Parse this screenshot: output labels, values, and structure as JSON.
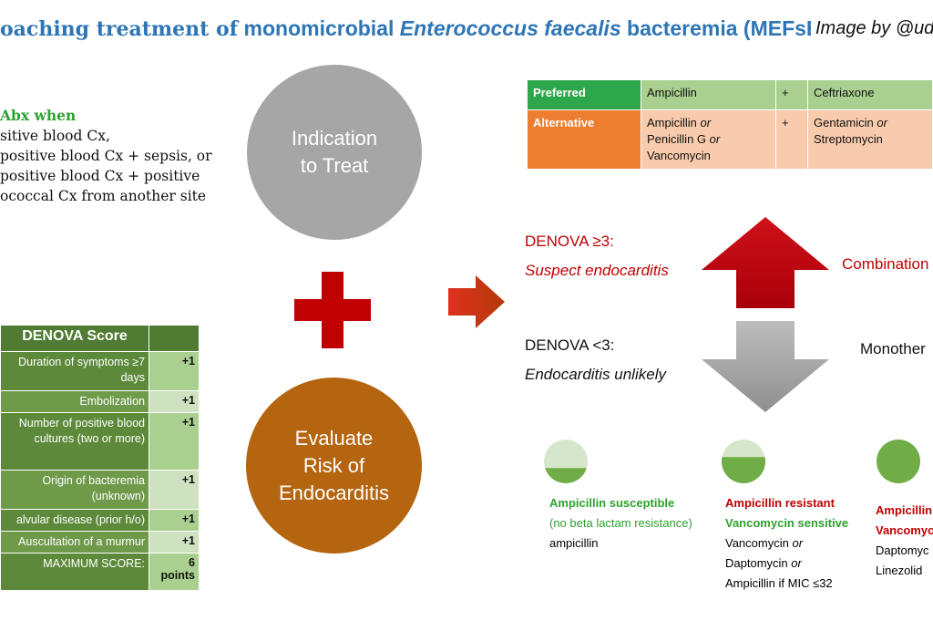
{
  "title": {
    "part1": "oaching treatment of",
    "part2": " monomicrobial ",
    "italic": "Enterococcus faecalis",
    "part3": " bacteremia (MEFsB)."
  },
  "credit": "Image by @ud",
  "abx": {
    "head": "Abx when",
    "lines": [
      "sitive blood Cx,",
      "positive blood Cx + sepsis, or",
      "positive blood Cx + positive",
      "ococcal Cx from another site"
    ]
  },
  "circles": {
    "indication": [
      "Indication",
      "to Treat"
    ],
    "evaluate": [
      "Evaluate",
      "Risk of",
      "Endocarditis"
    ]
  },
  "denova": {
    "header": "DENOVA Score",
    "rows": [
      {
        "criterion": "Duration of symptoms ≥7 days",
        "points": "+1"
      },
      {
        "criterion": "Embolization",
        "points": "+1"
      },
      {
        "criterion": "Number of positive blood cultures (two or more)",
        "points": "+1"
      },
      {
        "criterion": "Origin of bacteremia (unknown)",
        "points": "+1"
      },
      {
        "criterion": "alvular disease (prior h/o)",
        "points": "+1"
      },
      {
        "criterion": "Auscultation of a murmur",
        "points": "+1"
      },
      {
        "criterion": "MAXIMUM SCORE:",
        "points": "6 points"
      }
    ]
  },
  "regimens": [
    {
      "label": "Preferred",
      "drug1": "Ampicillin",
      "plus": "+",
      "drug2": "Ceftriaxone"
    },
    {
      "label": "Alternative",
      "drug1_lines": [
        "Ampicillin",
        "or",
        "Penicillin G",
        "or",
        "Vancomycin"
      ],
      "plus": "+",
      "drug2_lines": [
        "Gentamicin",
        "or",
        "Streptomycin"
      ]
    }
  ],
  "outcomes": {
    "high_line1": "DENOVA ≥3:",
    "high_line2": "Suspect endocarditis",
    "combination": "Combination",
    "low_line1": "DENOVA <3:",
    "low_line2": "Endocarditis unlikely",
    "monotherapy": "Monother"
  },
  "susceptibility": [
    {
      "line1": "Ampicillin susceptible",
      "line2": "(no beta lactam resistance)",
      "drug": "ampicillin",
      "fill": 0.35
    },
    {
      "line1": "Ampicillin resistant",
      "line2": "Vancomycin sensitive",
      "drugs": [
        "Vancomycin",
        "or",
        "Daptomycin",
        "or",
        "Ampicillin if MIC ≤32"
      ],
      "fill": 0.6
    },
    {
      "line1": "Ampicillin",
      "line2": "Vancomyc",
      "drugs": [
        "Daptomyc",
        "Linezolid"
      ],
      "fill": 1.0
    }
  ],
  "colors": {
    "title_blue": "#2E75B6",
    "indication_gray": "#a6a6a6",
    "evaluate_brown": "#b5650f",
    "plus_red": "#c00000",
    "preferred_green": "#2ea64b",
    "alternative_orange": "#ed7d31",
    "arrow_red": "#c00000",
    "arrow_gray": "#a0a0a0",
    "fill_green": "#70ad47"
  }
}
